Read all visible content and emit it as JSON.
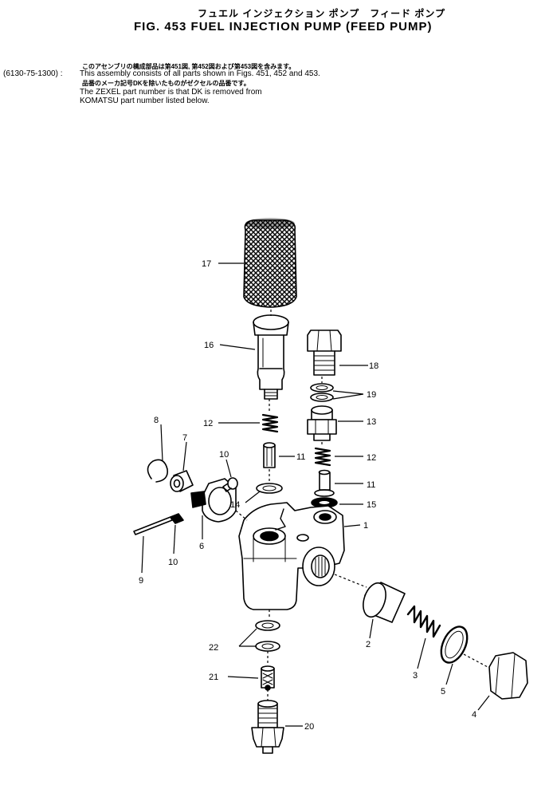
{
  "header": {
    "title_jp": "フュエル インジェクション ポンプ　フィード ポンプ",
    "title_en": "FIG. 453  FUEL  INJECTION  PUMP  (FEED  PUMP)",
    "note_jp_1": "このアセンブリの構成部品は第451図, 第452図および第453図を含みます。",
    "assembly_code": "(6130-75-1300) :",
    "note_en_1": "This assembly consists of all parts shown in Figs. 451, 452 and 453.",
    "note_jp_2": "品番のメーカ記号DKを除いたものがゼクセルの品番です。",
    "note_en_2": "The ZEXEL part number is that DK is removed from",
    "note_en_3": "KOMATSU part number listed below."
  },
  "callouts": {
    "c1": "1",
    "c2": "2",
    "c3": "3",
    "c4": "4",
    "c5": "5",
    "c6": "6",
    "c7": "7",
    "c8": "8",
    "c9": "9",
    "c10a": "10",
    "c10b": "10",
    "c11a": "11",
    "c11b": "11",
    "c12a": "12",
    "c12b": "12",
    "c13": "13",
    "c14": "14",
    "c15": "15",
    "c16": "16",
    "c17": "17",
    "c18": "18",
    "c19": "19",
    "c20": "20",
    "c21": "21",
    "c22": "22"
  }
}
